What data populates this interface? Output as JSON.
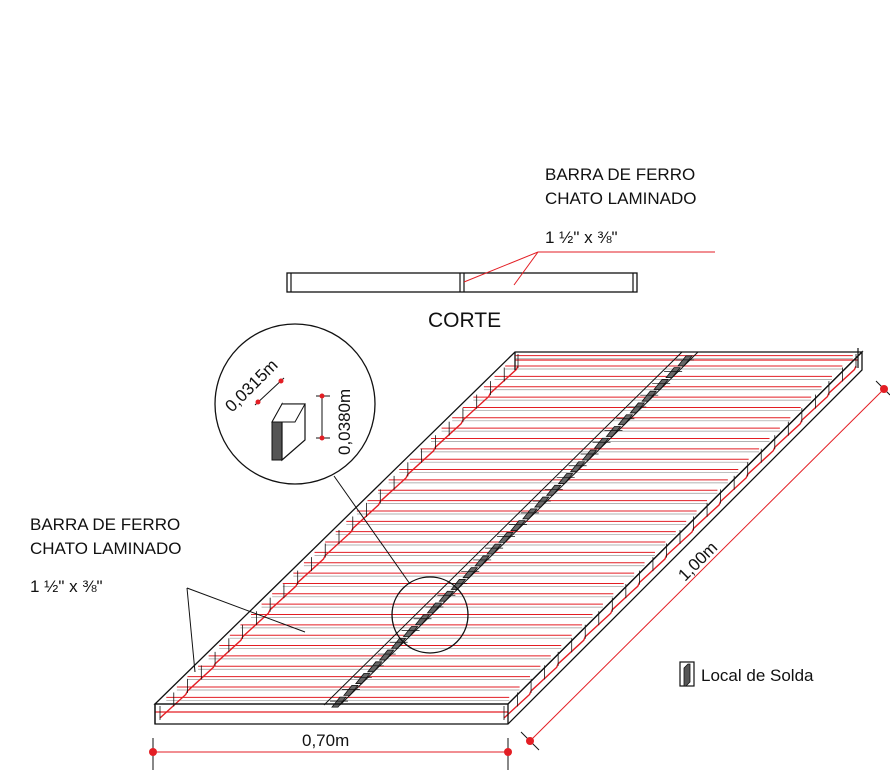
{
  "top_label": {
    "line1": "BARRA DE FERRO",
    "line2": "CHATO LAMINADO",
    "size": "1 ½\" x ⅜\""
  },
  "section_title": "CORTE",
  "left_label": {
    "line1": "BARRA DE FERRO",
    "line2": "CHATO LAMINADO",
    "size": "1 ½\" x ⅜\""
  },
  "detail": {
    "dim_a": "0,0315m",
    "dim_b": "0,0380m"
  },
  "dimensions": {
    "width": "0,70m",
    "length": "1,00m"
  },
  "legend": {
    "label": "Local de Solda"
  },
  "colors": {
    "bar_red": "#e31e24",
    "line_black": "#111111",
    "weld_gray": "#666666"
  }
}
